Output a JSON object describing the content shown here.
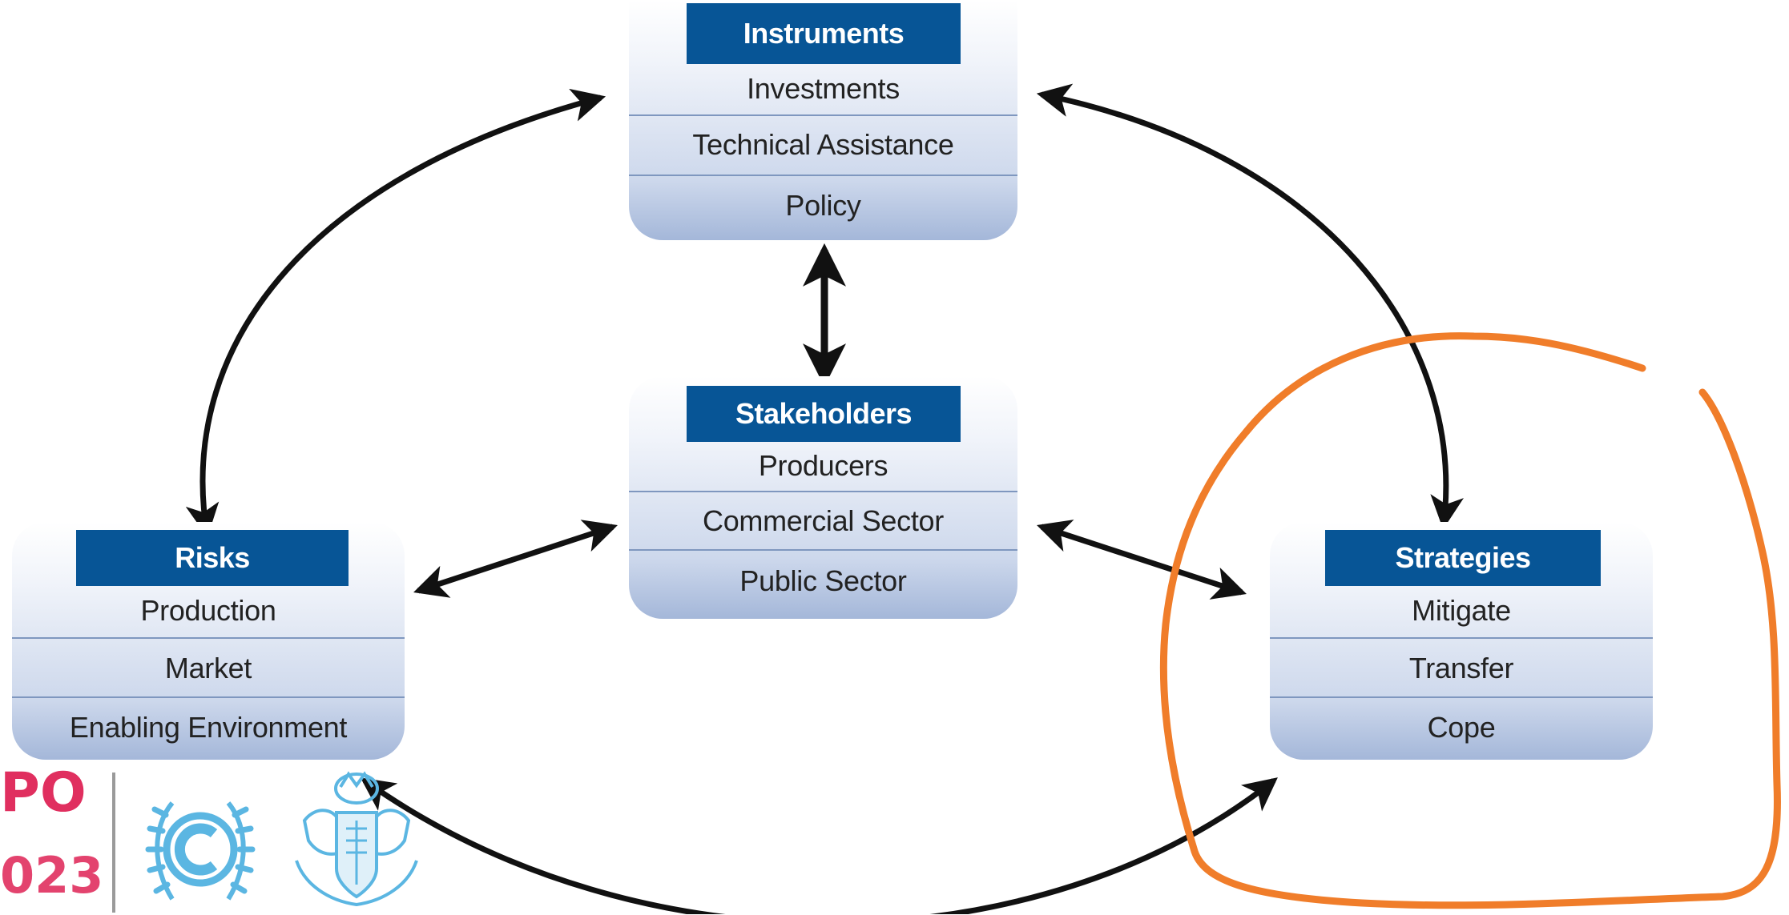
{
  "boxes": {
    "instruments": {
      "title": "Instruments",
      "items": [
        "Investments",
        "Technical Assistance",
        "Policy"
      ]
    },
    "stakeholders": {
      "title": "Stakeholders",
      "items": [
        "Producers",
        "Commercial Sector",
        "Public Sector"
      ]
    },
    "risks": {
      "title": "Risks",
      "items": [
        "Production",
        "Market",
        "Enabling Environment"
      ]
    },
    "strategies": {
      "title": "Strategies",
      "items": [
        "Mitigate",
        "Transfer",
        "Cope"
      ]
    }
  },
  "logos": {
    "expo_text_1": "PO",
    "expo_text_2": "023"
  },
  "colors": {
    "title_bar": "#075596",
    "arrow": "#111111",
    "highlight_circle": "#f07d2a",
    "expo_logo": "#e02f5f",
    "un_logo": "#5bb6e2"
  },
  "annotations": {
    "highlight": "orange hand-drawn circle around Strategies box"
  }
}
